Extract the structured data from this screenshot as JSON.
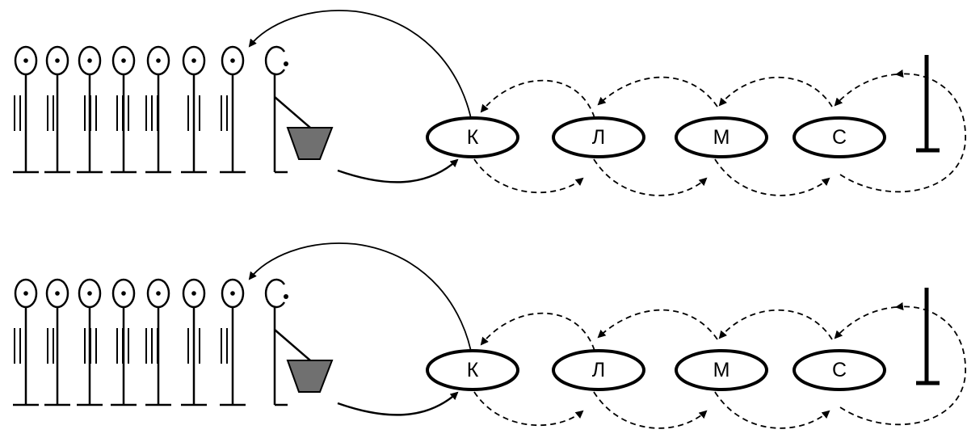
{
  "rows": [
    {
      "stations": [
        "К",
        "Л",
        "М",
        "С"
      ],
      "runner_count": 7
    },
    {
      "stations": [
        "К",
        "Л",
        "М",
        "С"
      ],
      "runner_count": 7
    }
  ],
  "colors": {
    "stroke": "#000000",
    "bucket": "#707070",
    "background": "#ffffff"
  }
}
